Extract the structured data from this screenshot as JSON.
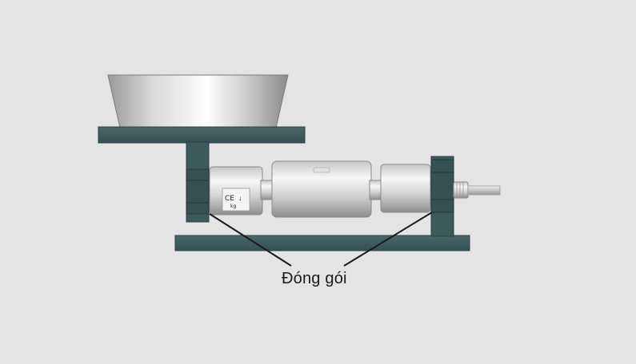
{
  "callout": {
    "label": "Đóng gói"
  },
  "sensor_badge": {
    "ce_mark": "CE",
    "small_text": "kg"
  },
  "colors": {
    "background": "#e4e4e4",
    "frame": "#3d5a5a",
    "frame_dark": "#2b4242",
    "metal_light": "#f2f2f2",
    "metal_dark": "#8c8c8c",
    "leader_line": "#1a1a1a"
  }
}
